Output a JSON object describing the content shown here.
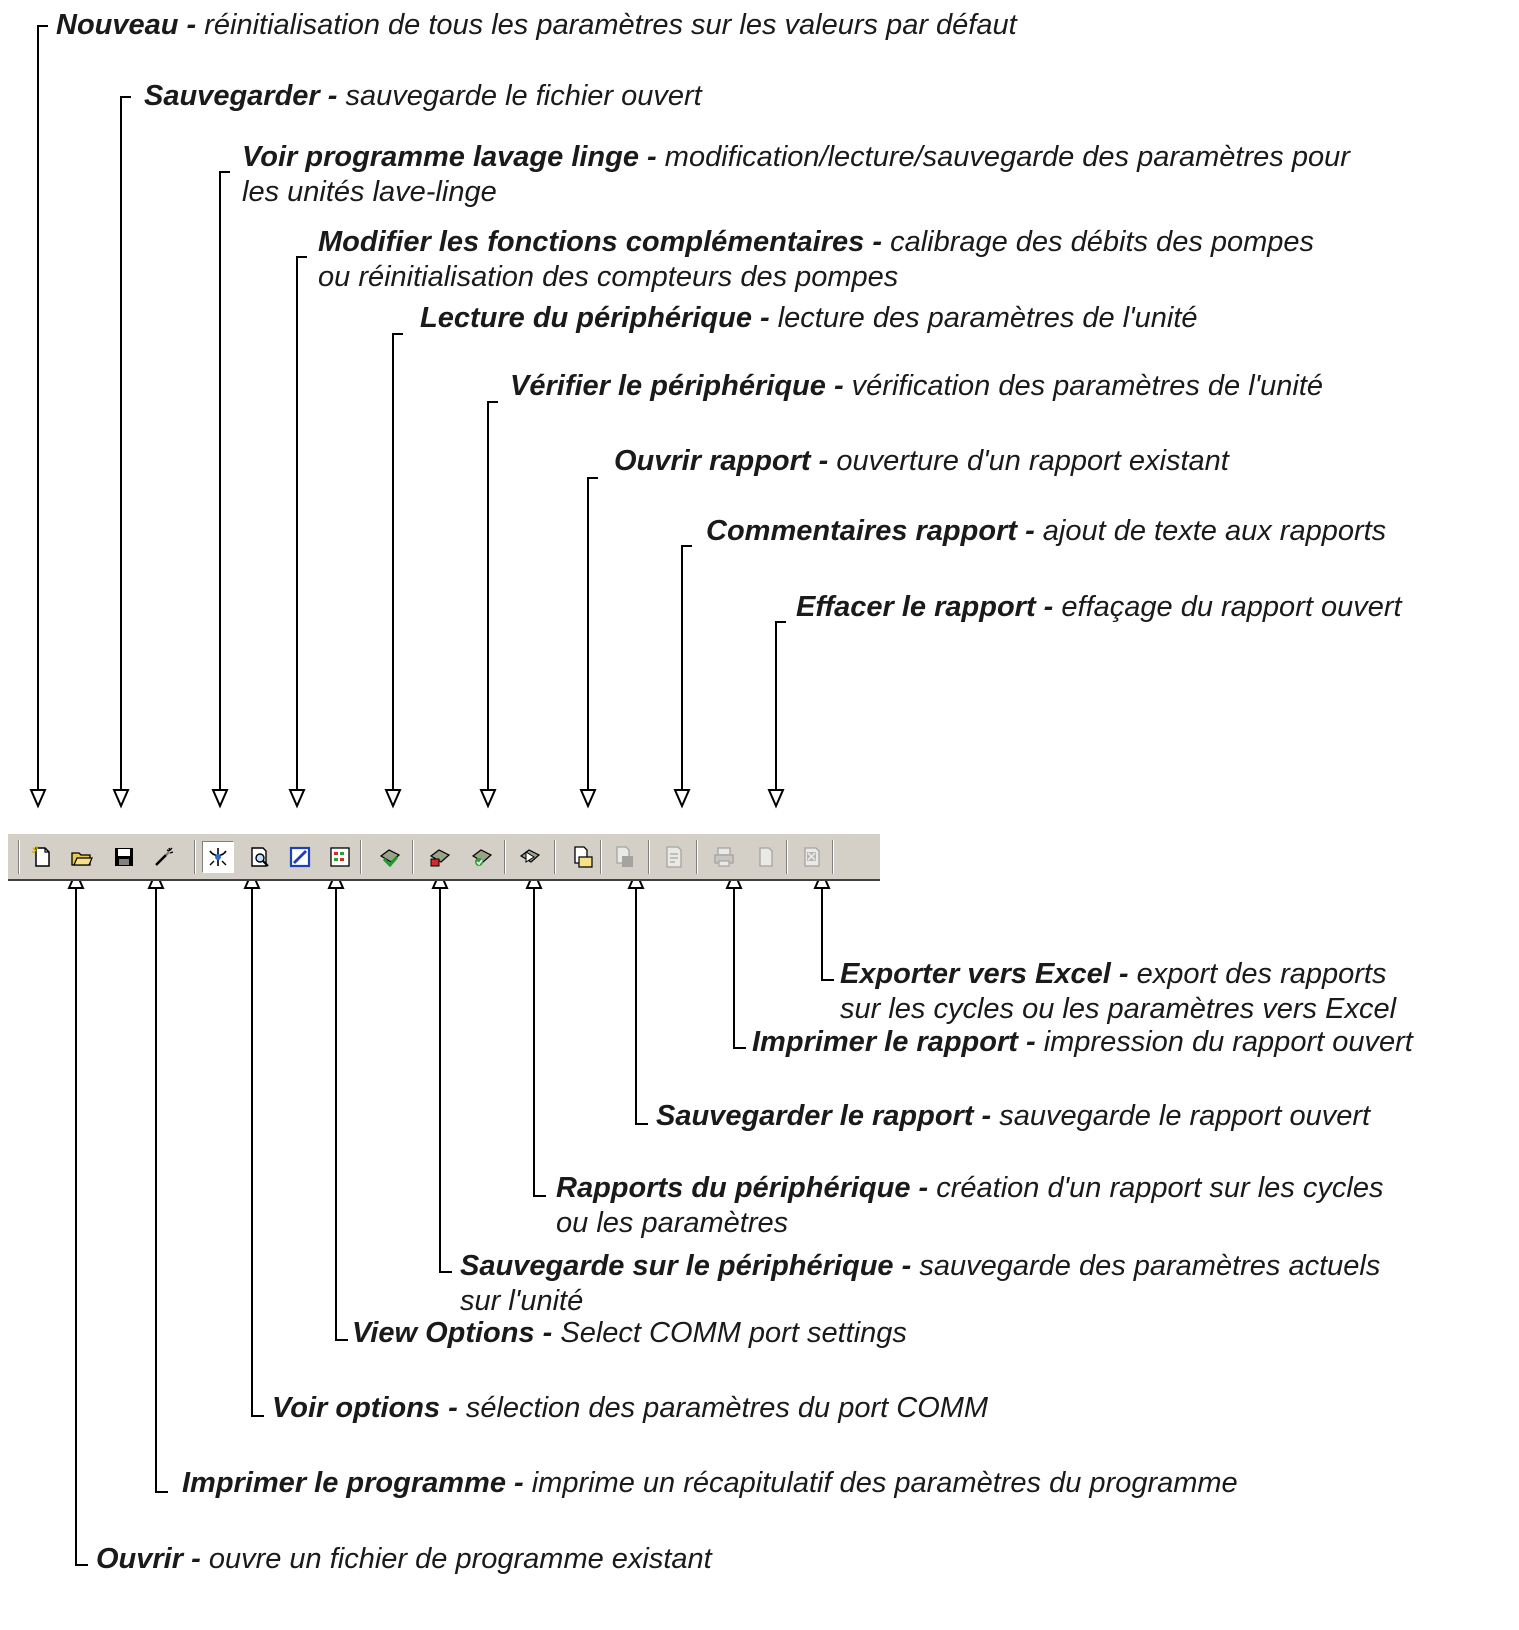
{
  "toolbar_buttons": [
    {
      "id": "new",
      "icon": "new-file-icon",
      "enabled": true
    },
    {
      "id": "open",
      "icon": "open-folder-icon",
      "enabled": true
    },
    {
      "id": "save",
      "icon": "floppy-disk-icon",
      "enabled": true
    },
    {
      "id": "print-program",
      "icon": "print-program-icon",
      "enabled": true
    },
    {
      "id": "view-options",
      "icon": "options-icon",
      "enabled": true
    },
    {
      "id": "view-wash-program",
      "icon": "magnifier-page-icon",
      "enabled": true
    },
    {
      "id": "modify-functions",
      "icon": "edit-functions-icon",
      "enabled": true
    },
    {
      "id": "comm-options",
      "icon": "comm-settings-icon",
      "enabled": true
    },
    {
      "id": "read-device",
      "icon": "device-read-icon",
      "enabled": true
    },
    {
      "id": "save-to-device",
      "icon": "device-save-icon",
      "enabled": true
    },
    {
      "id": "verify-device",
      "icon": "device-verify-icon",
      "enabled": true
    },
    {
      "id": "device-reports",
      "icon": "device-report-icon",
      "enabled": true
    },
    {
      "id": "open-report",
      "icon": "open-report-icon",
      "enabled": true
    },
    {
      "id": "save-report",
      "icon": "save-report-icon",
      "enabled": false
    },
    {
      "id": "report-comments",
      "icon": "report-comment-icon",
      "enabled": false
    },
    {
      "id": "print-report",
      "icon": "print-report-icon",
      "enabled": false
    },
    {
      "id": "clear-report",
      "icon": "clear-report-icon",
      "enabled": false
    },
    {
      "id": "export-excel",
      "icon": "excel-export-icon",
      "enabled": false
    }
  ],
  "callouts": [
    {
      "term": "Nouveau -",
      "lines": [
        "réinitialisation de tous les paramètres sur les valeurs par défaut"
      ]
    },
    {
      "term": "Sauvegarder -",
      "lines": [
        "sauvegarde le fichier ouvert"
      ]
    },
    {
      "term": "Voir programme lavage linge -",
      "lines": [
        "modification/lecture/sauvegarde des paramètres pour",
        "les unités lave-linge"
      ]
    },
    {
      "term": "Modifier les fonctions complémentaires -",
      "lines": [
        "calibrage des débits des pompes",
        "ou réinitialisation des compteurs des pompes"
      ]
    },
    {
      "term": "Lecture du périphérique -",
      "lines": [
        "lecture des paramètres de l'unité"
      ]
    },
    {
      "term": "Vérifier le périphérique -",
      "lines": [
        "vérification des paramètres de l'unité"
      ]
    },
    {
      "term": "Ouvrir rapport -",
      "lines": [
        "ouverture d'un rapport existant"
      ]
    },
    {
      "term": "Commentaires rapport -",
      "lines": [
        "ajout de texte aux rapports"
      ]
    },
    {
      "term": "Effacer le rapport -",
      "lines": [
        "effaçage du rapport ouvert"
      ]
    },
    {
      "term": "Exporter vers Excel -",
      "lines": [
        "export des rapports",
        "sur les cycles ou les paramètres vers Excel"
      ]
    },
    {
      "term": "Imprimer le rapport -",
      "lines": [
        "impression du rapport ouvert"
      ]
    },
    {
      "term": "Sauvegarder le rapport -",
      "lines": [
        "sauvegarde le rapport ouvert"
      ]
    },
    {
      "term": "Rapports du périphérique -",
      "lines": [
        "création d'un rapport sur les cycles",
        "ou les paramètres"
      ]
    },
    {
      "term": "Sauvegarde sur le périphérique -",
      "lines": [
        "sauvegarde des paramètres actuels",
        "sur l'unité"
      ]
    },
    {
      "term": "View Options -",
      "lines": [
        "Select COMM port settings"
      ]
    },
    {
      "term": "Voir options -",
      "lines": [
        "sélection des paramètres du port COMM"
      ]
    },
    {
      "term": "Imprimer le programme -",
      "lines": [
        "imprime un récapitulatif des paramètres du programme"
      ]
    },
    {
      "term": "Ouvrir -",
      "lines": [
        "ouvre un fichier de programme existant"
      ]
    }
  ]
}
